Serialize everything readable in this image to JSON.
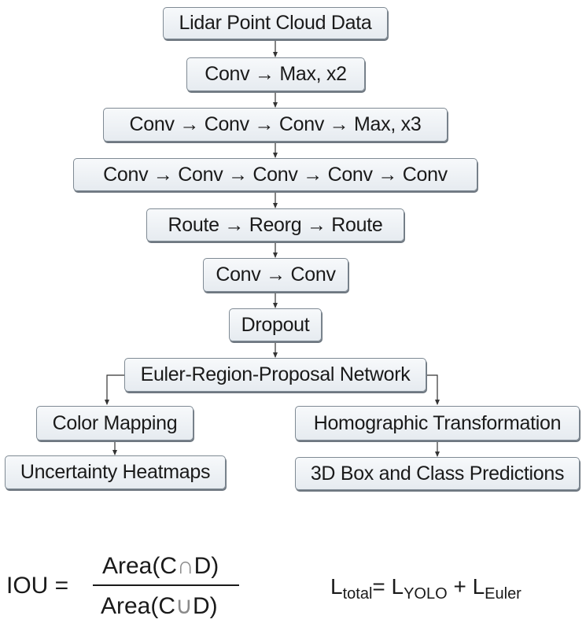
{
  "flow": {
    "n1": "Lidar Point Cloud Data",
    "n2": "Conv → Max, x2",
    "n3": "Conv → Conv → Conv → Max, x3",
    "n4": "Conv → Conv → Conv → Conv → Conv",
    "n5": "Route → Reorg → Route",
    "n6": "Conv → Conv",
    "n7": "Dropout",
    "n8": "Euler-Region-Proposal Network",
    "left1": "Color Mapping",
    "left2": "Uncertainty Heatmaps",
    "right1": "Homographic Transformation",
    "right2": "3D Box and Class Predictions"
  },
  "iou": {
    "lhs": "IOU  =",
    "num_pre": "Area(C",
    "num_sym": "∩",
    "num_post": "D)",
    "den_pre": "Area(C",
    "den_sym": "∪",
    "den_post": "D)"
  },
  "loss": {
    "L1": "L",
    "sub1": "total",
    "eq": "= L",
    "sub2": "YOLO",
    "plus": " + L",
    "sub3": "Euler"
  }
}
